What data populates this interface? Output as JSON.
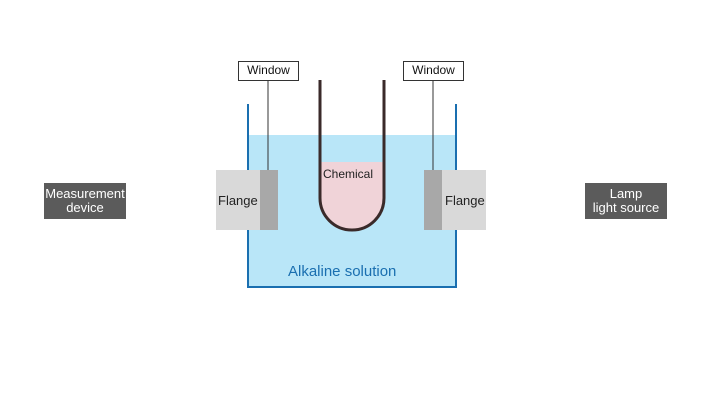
{
  "labels": {
    "measurement_device": "Measurement\ndevice",
    "lamp": "Lamp\nlight source",
    "window_left": "Window",
    "window_right": "Window",
    "flange_left": "Flange",
    "flange_right": "Flange",
    "chemical": "Chemical",
    "solution": "Alkaline solution"
  },
  "colors": {
    "solution_fill": "#b9e6f8",
    "container_wall": "#1a6fb0",
    "chemical_fill": "#f0d3d8",
    "flange_light": "#d9d9d9",
    "flange_dark": "#a8a8a8",
    "device_box": "#5b5b5b"
  }
}
